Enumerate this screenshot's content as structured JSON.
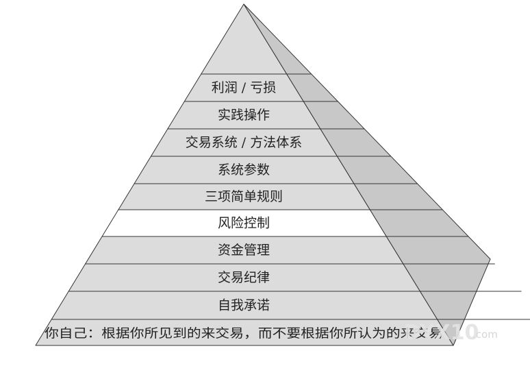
{
  "pyramid": {
    "tiers": [
      {
        "label": "利润 / 亏损",
        "highlighted": false
      },
      {
        "label": "实践操作",
        "highlighted": false
      },
      {
        "label": "交易系统 / 方法体系",
        "highlighted": false
      },
      {
        "label": "系统参数",
        "highlighted": false
      },
      {
        "label": "三项简单规则",
        "highlighted": false
      },
      {
        "label": "风险控制",
        "highlighted": true
      },
      {
        "label": "资金管理",
        "highlighted": false
      },
      {
        "label": "交易纪律",
        "highlighted": false
      },
      {
        "label": "自我承诺",
        "highlighted": false
      }
    ],
    "base_label": "你自己：根据你所见到的来交易，而不要根据你所认为的来交易"
  },
  "watermark": {
    "text": "DYX10",
    "suffix": ".com"
  },
  "colors": {
    "tier_fill": "#dcdcdc",
    "highlight_fill": "#ffffff",
    "side_fill": "#c8c8c8",
    "outline": "#333333",
    "text": "#222222"
  }
}
